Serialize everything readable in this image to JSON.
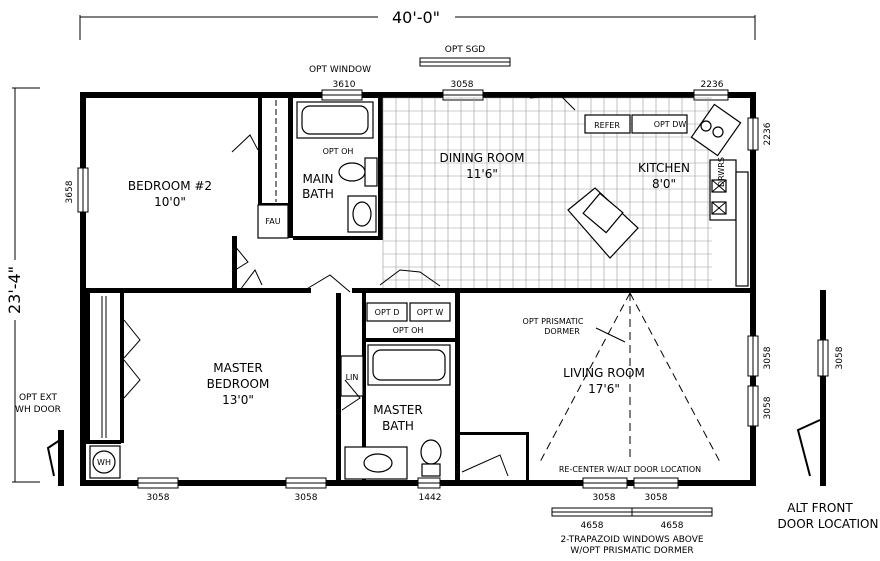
{
  "dimensions": {
    "overall_width": "40'-0\"",
    "overall_depth": "23'-4\""
  },
  "rooms": {
    "bedroom2": {
      "name": "BEDROOM #2",
      "size": "10'0\""
    },
    "main_bath": {
      "name_line1": "MAIN",
      "name_line2": "BATH"
    },
    "dining": {
      "name": "DINING ROOM",
      "size": "11'6\""
    },
    "kitchen": {
      "name": "KITCHEN",
      "size": "8'0\""
    },
    "master_bedroom": {
      "name_line1": "MASTER",
      "name_line2": "BEDROOM",
      "size": "13'0\""
    },
    "master_bath": {
      "name_line1": "MASTER",
      "name_line2": "BATH"
    },
    "living": {
      "name": "LIVING ROOM",
      "size": "17'6\""
    }
  },
  "labels": {
    "opt_window": "OPT WINDOW",
    "opt_sgd": "OPT SGD",
    "refer": "REFER",
    "opt_dw": "OPT DW",
    "drwrs": "DRWRS",
    "opt_oh_bath": "OPT OH",
    "fau": "FAU",
    "opt_d": "OPT D",
    "opt_w": "OPT W",
    "opt_oh_laundry": "OPT OH",
    "lin": "LIN",
    "wh": "WH",
    "opt_prismatic_line1": "OPT PRISMATIC",
    "opt_prismatic_line2": "DORMER",
    "recenter": "RE-CENTER W/ALT DOOR LOCATION",
    "opt_ext_line1": "OPT EXT",
    "opt_ext_line2": "WH DOOR",
    "alt_front_line1": "ALT FRONT",
    "alt_front_line2": "DOOR LOCATION",
    "trapezoid_line1": "2-TRAPAZOID WINDOWS ABOVE",
    "trapezoid_line2": "W/OPT PRISMATIC DORMER"
  },
  "windows": {
    "top_main_bath": "3610",
    "top_dining": "3058",
    "top_kitchen": "2236",
    "right_kitchen": "2236",
    "left_bedroom2": "3658",
    "bottom_master_left": "3058",
    "bottom_master_right": "3058",
    "bottom_master_bath": "1442",
    "bottom_living_left": "3058",
    "bottom_living_right": "3058",
    "trapezoid_left": "4658",
    "trapezoid_right": "4658",
    "right_living_upper": "3058",
    "right_living_lower": "3058",
    "alt_door_window": "3058"
  }
}
